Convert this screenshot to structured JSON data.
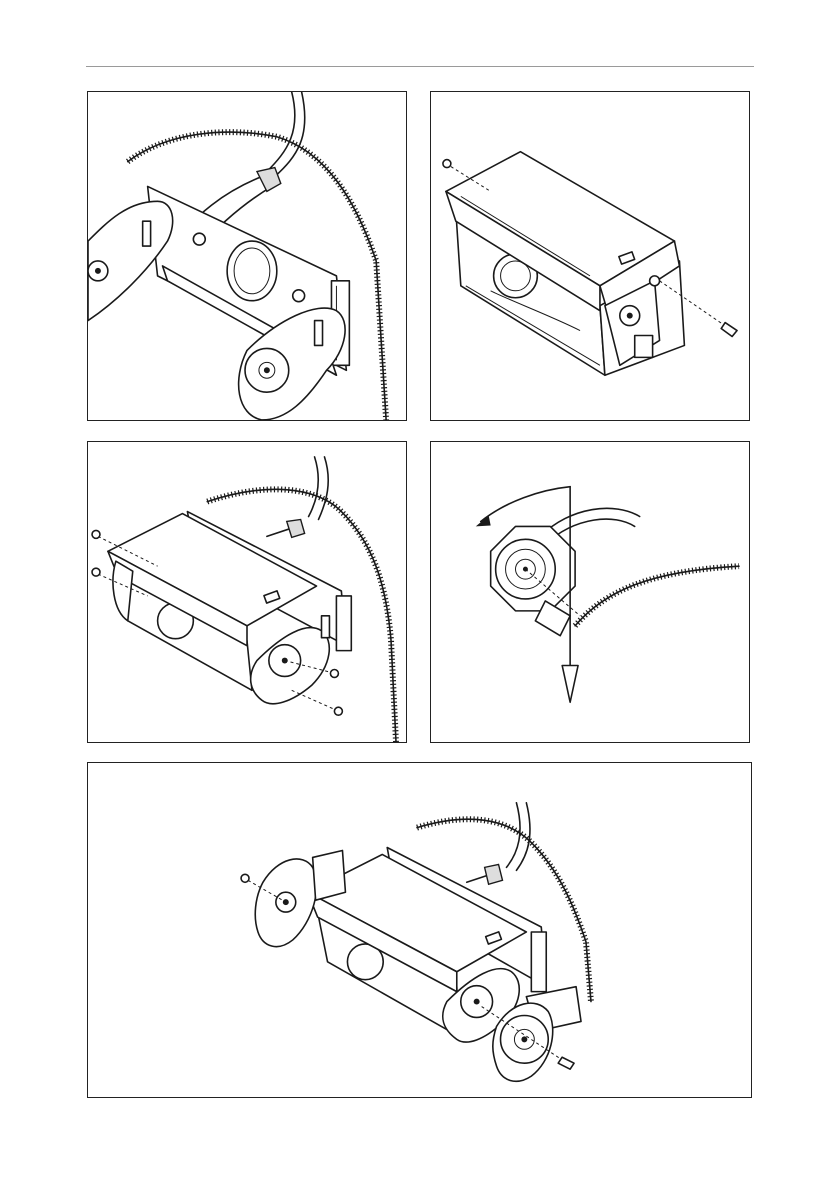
{
  "page": {
    "width": 840,
    "height": 1192
  },
  "figures": [
    {
      "id": "step-1",
      "icon": "mount-bracket-wall-cable-illustration"
    },
    {
      "id": "step-2",
      "icon": "camera-housing-cover-screws-illustration"
    },
    {
      "id": "step-3",
      "icon": "housing-attach-to-bracket-illustration"
    },
    {
      "id": "step-4",
      "icon": "tilt-angle-plumb-line-illustration"
    },
    {
      "id": "step-5",
      "icon": "side-cap-installation-illustration"
    }
  ],
  "colors": {
    "line": "#1a1a1a",
    "frame": "#222222",
    "rule": "#9a9a9a"
  }
}
